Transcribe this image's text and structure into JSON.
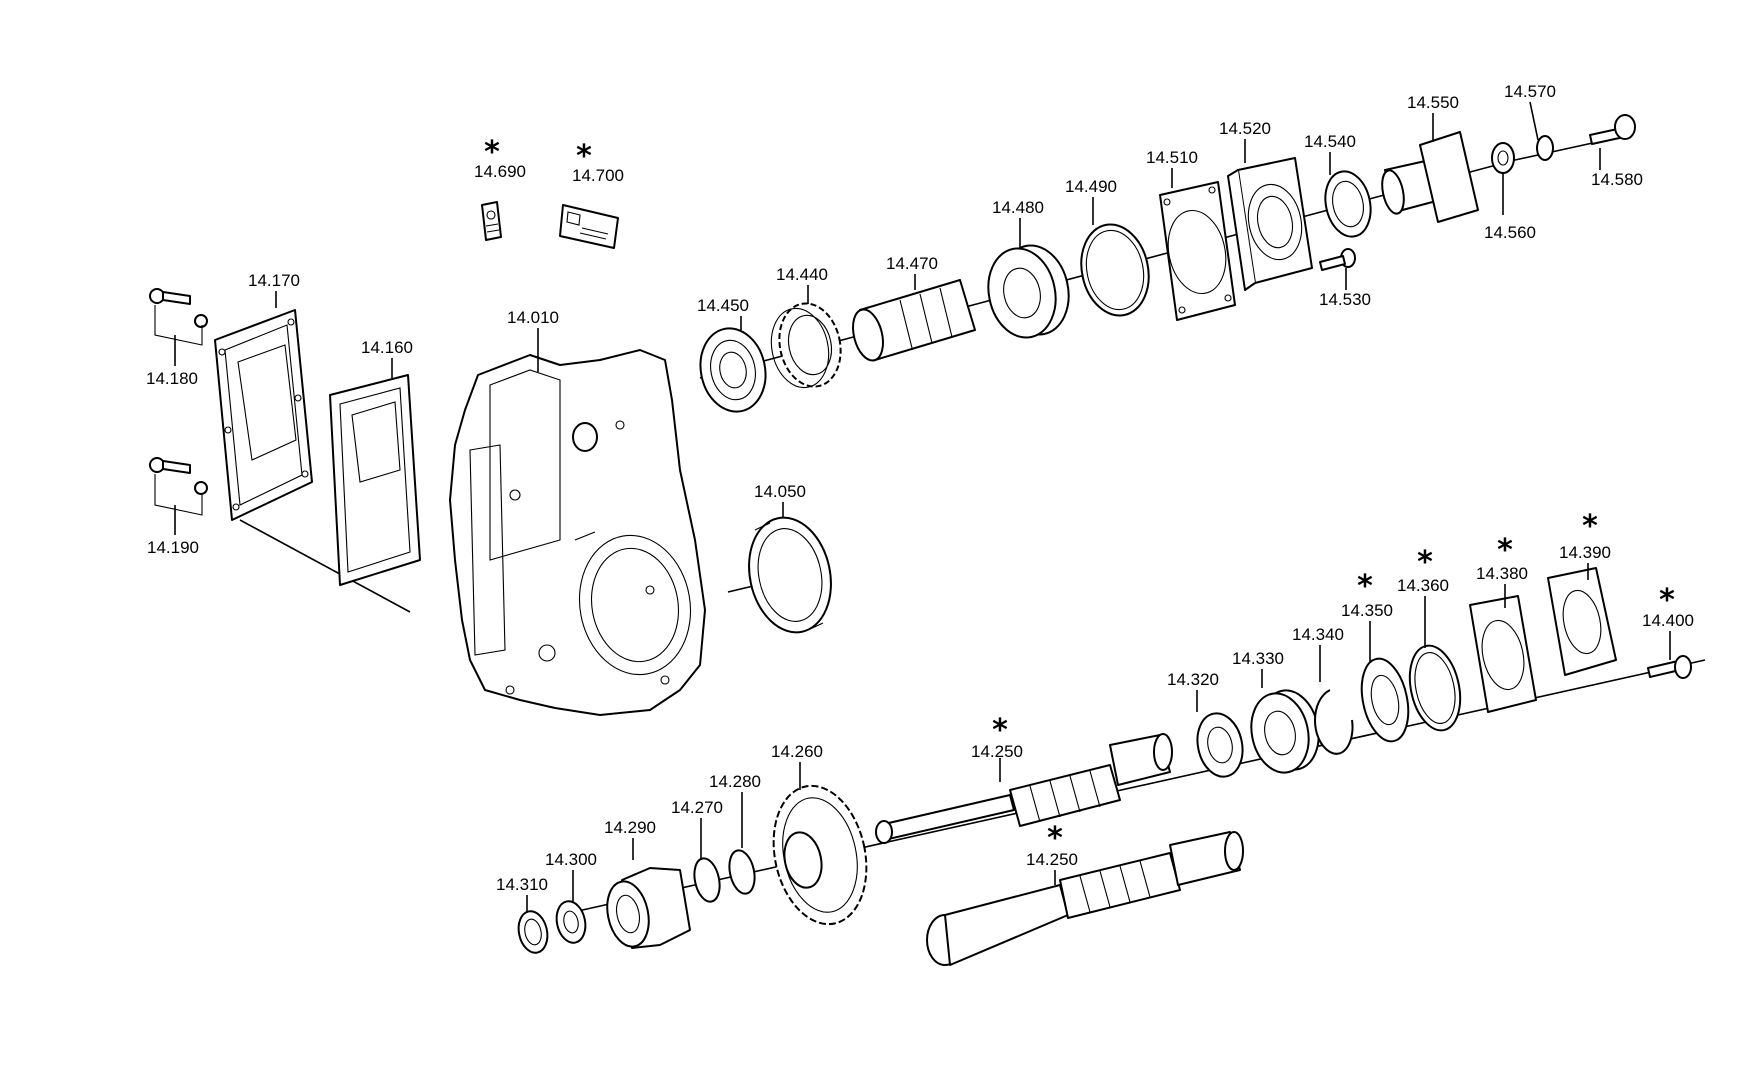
{
  "labels": {
    "p14010": "14.010",
    "p14050": "14.050",
    "p14160": "14.160",
    "p14170": "14.170",
    "p14180": "14.180",
    "p14190": "14.190",
    "p14250a": "14.250",
    "p14250b": "14.250",
    "p14260": "14.260",
    "p14270": "14.270",
    "p14280": "14.280",
    "p14290": "14.290",
    "p14300": "14.300",
    "p14310": "14.310",
    "p14320": "14.320",
    "p14330": "14.330",
    "p14340": "14.340",
    "p14350": "14.350",
    "p14360": "14.360",
    "p14380": "14.380",
    "p14390": "14.390",
    "p14400": "14.400",
    "p14440": "14.440",
    "p14450": "14.450",
    "p14470": "14.470",
    "p14480": "14.480",
    "p14490": "14.490",
    "p14510": "14.510",
    "p14520": "14.520",
    "p14530": "14.530",
    "p14540": "14.540",
    "p14550": "14.550",
    "p14560": "14.560",
    "p14570": "14.570",
    "p14580": "14.580",
    "p14690": "14.690",
    "p14700": "14.700"
  },
  "marker": "*"
}
